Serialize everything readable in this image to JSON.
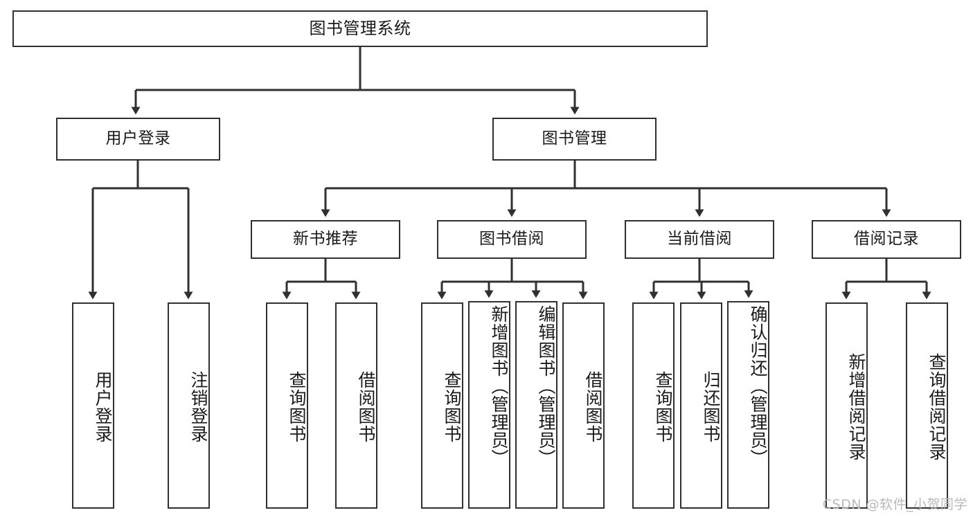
{
  "diagram": {
    "title": "图书管理系统",
    "type": "hierarchy-tree",
    "levels": 4,
    "nodes": {
      "root": {
        "label": "图书管理系统"
      },
      "level2": [
        {
          "id": "user-login",
          "label": "用户登录"
        },
        {
          "id": "book-management",
          "label": "图书管理"
        }
      ],
      "level3": [
        {
          "id": "new-book-recommend",
          "label": "新书推荐",
          "parent": "book-management"
        },
        {
          "id": "book-borrow",
          "label": "图书借阅",
          "parent": "book-management"
        },
        {
          "id": "current-borrow",
          "label": "当前借阅",
          "parent": "book-management"
        },
        {
          "id": "borrow-record",
          "label": "借阅记录",
          "parent": "book-management"
        }
      ],
      "leaves": {
        "user-login": [
          {
            "id": "leaf-user-login",
            "label": "用户登录"
          },
          {
            "id": "leaf-logout-login",
            "label": "注销登录"
          }
        ],
        "new-book-recommend": [
          {
            "id": "leaf-query-book-1",
            "label": "查询图书"
          },
          {
            "id": "leaf-borrow-book-1",
            "label": "借阅图书"
          }
        ],
        "book-borrow": [
          {
            "id": "leaf-query-book-2",
            "label": "查询图书"
          },
          {
            "id": "leaf-add-book-admin",
            "label": "新增图书（管理员）"
          },
          {
            "id": "leaf-edit-book-admin",
            "label": "编辑图书（管理员）"
          },
          {
            "id": "leaf-borrow-book-2",
            "label": "借阅图书"
          }
        ],
        "current-borrow": [
          {
            "id": "leaf-query-book-3",
            "label": "查询图书"
          },
          {
            "id": "leaf-return-book",
            "label": "归还图书"
          },
          {
            "id": "leaf-confirm-return-admin",
            "label": "确认归还（管理员）"
          }
        ],
        "borrow-record": [
          {
            "id": "leaf-add-borrow-record",
            "label": "新增借阅记录"
          },
          {
            "id": "leaf-query-borrow-record",
            "label": "查询借阅记录"
          }
        ]
      }
    },
    "colors": {
      "box_stroke": "#303030",
      "box_fill": "#ffffff",
      "connector": "#303030",
      "text": "#1a1a1a",
      "watermark": "#b9b9b9",
      "background": "#ffffff"
    }
  },
  "watermark": {
    "text": "CSDN @软件_小贺同学"
  }
}
